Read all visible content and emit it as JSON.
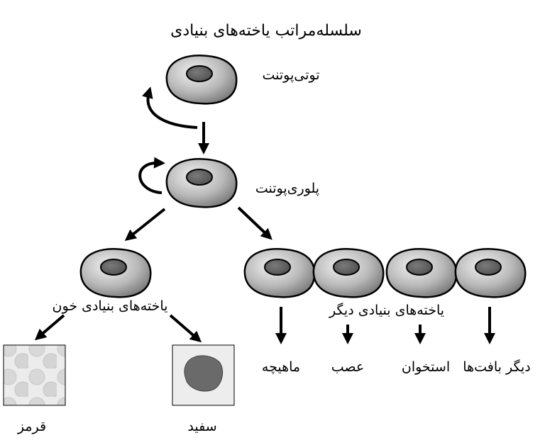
{
  "title": "سلسله‌مراتب یاخته‌های بنیادی",
  "stages": {
    "totipotent": "توتی‌پوتنت",
    "pluripotent": "پلوری‌پوتنت"
  },
  "groups": {
    "blood_stem_cells": "یاخته‌های بنیادی خون",
    "other_stem_cells": "یاخته‌های بنیادی دیگر"
  },
  "outcomes": {
    "muscle": "ماهیچه",
    "nerve": "عصب",
    "bone": "استخوان",
    "other_tissues": "دیگر بافت‌ها",
    "red": "قرمز",
    "white": "سفید"
  },
  "colors": {
    "cell_light": "#e8e8e8",
    "cell_dark": "#8a8a8a",
    "nucleus": "#606060"
  }
}
